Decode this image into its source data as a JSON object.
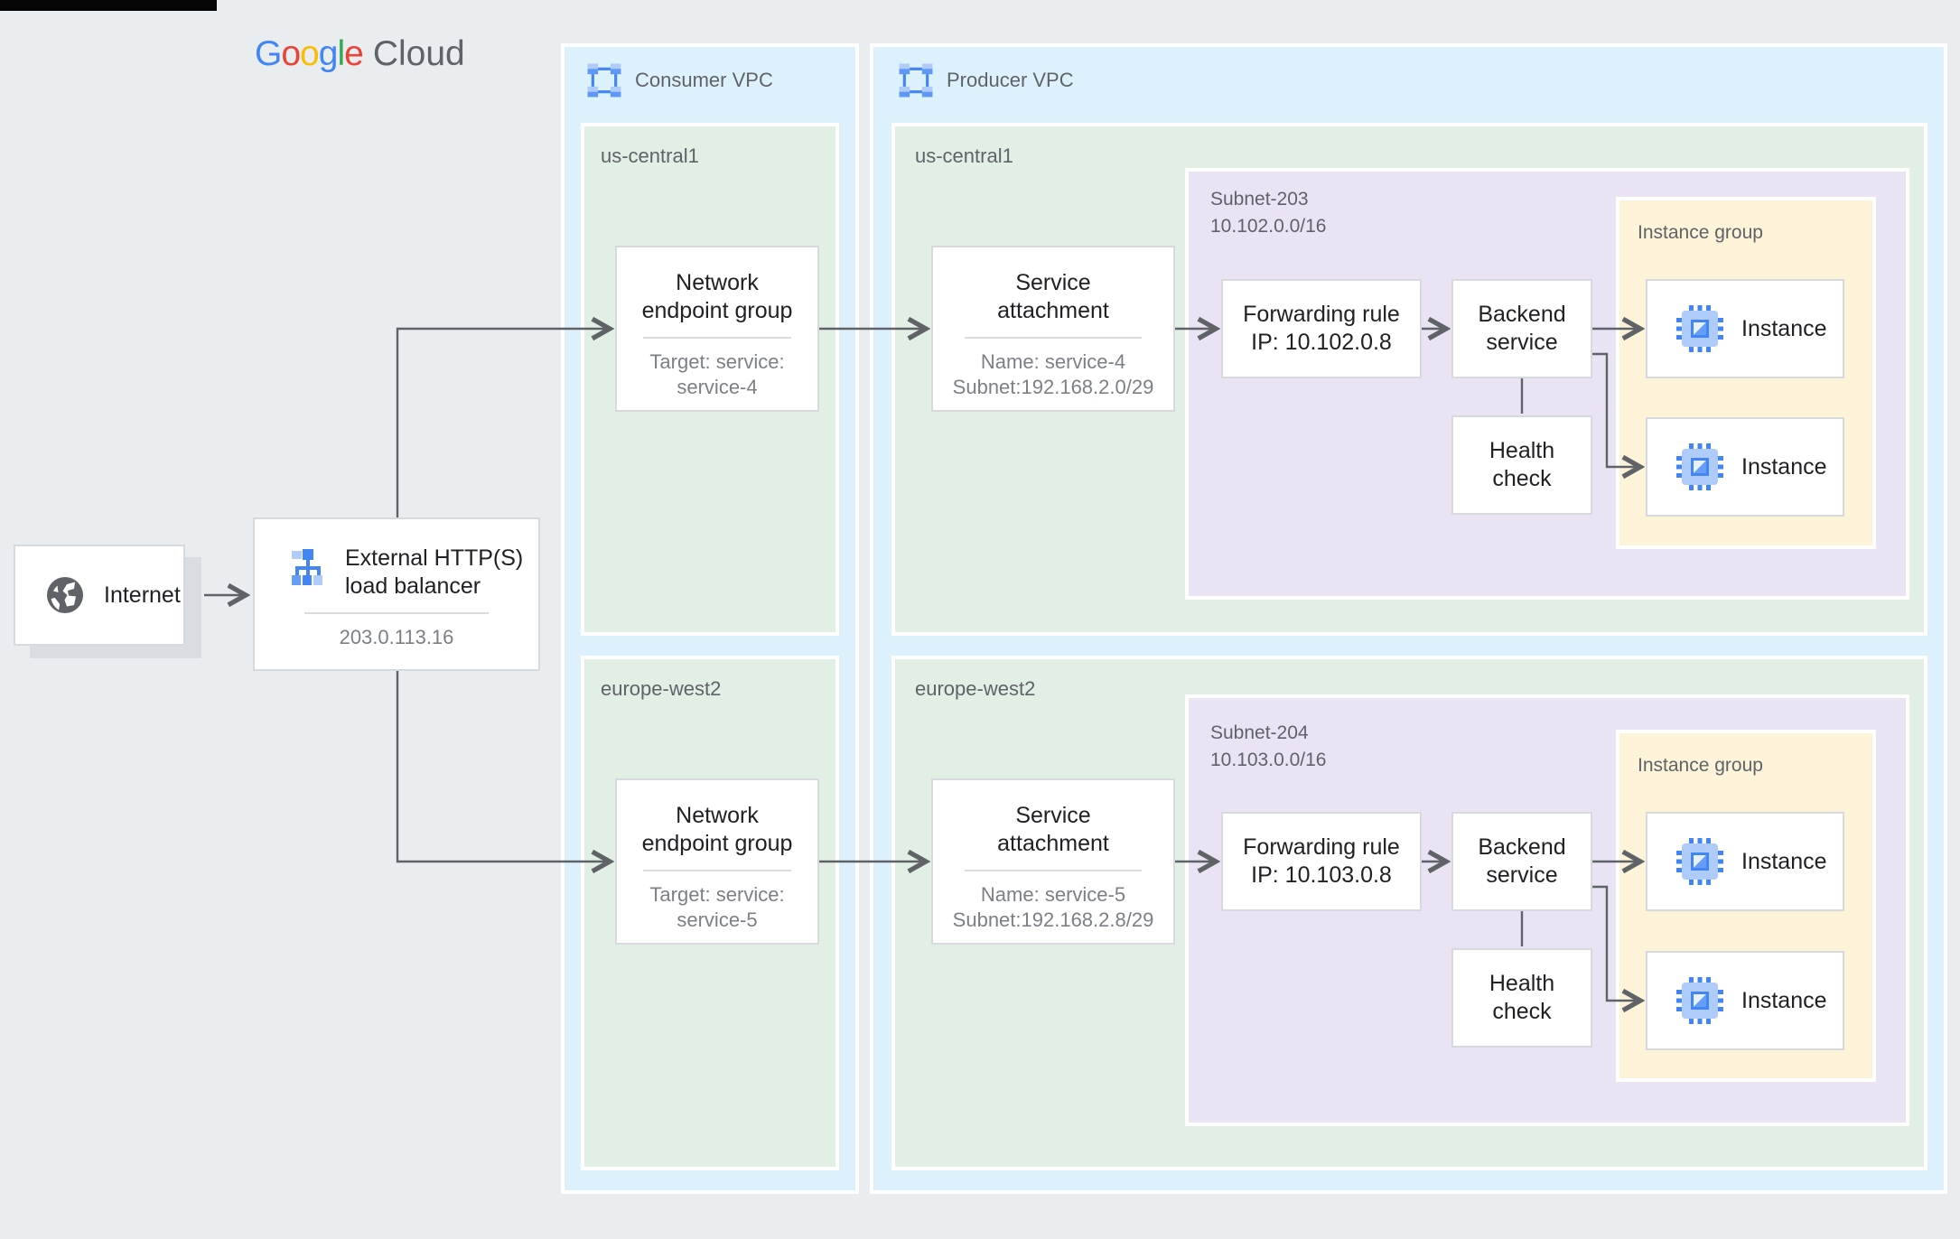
{
  "logo": {
    "l0": "G",
    "l1": "o",
    "l2": "o",
    "l3": "g",
    "l4": "l",
    "l5": "e",
    "word2": "Cloud"
  },
  "internet": {
    "label": "Internet"
  },
  "load_balancer": {
    "title_line1": "External HTTP(S)",
    "title_line2": "load balancer",
    "ip": "203.0.113.16"
  },
  "consumer_vpc": {
    "label": "Consumer VPC",
    "regions": [
      {
        "name": "us-central1",
        "neg": {
          "title": "Network endpoint group",
          "detail": "Target: service: service-4"
        }
      },
      {
        "name": "europe-west2",
        "neg": {
          "title": "Network endpoint group",
          "detail": "Target: service: service-5"
        }
      }
    ]
  },
  "producer_vpc": {
    "label": "Producer VPC",
    "regions": [
      {
        "name": "us-central1",
        "service_attachment": {
          "title": "Service attachment",
          "detail_line1": "Name: service-4",
          "detail_line2": "Subnet:192.168.2.0/29"
        },
        "subnet": {
          "name": "Subnet-203",
          "cidr": "10.102.0.0/16",
          "forwarding_rule": {
            "line1": "Forwarding rule",
            "line2": "IP: 10.102.0.8"
          },
          "backend_service": "Backend service",
          "health_check": "Health check",
          "instance_group": {
            "label": "Instance group",
            "instances": [
              "Instance",
              "Instance"
            ]
          }
        }
      },
      {
        "name": "europe-west2",
        "service_attachment": {
          "title": "Service attachment",
          "detail_line1": "Name: service-5",
          "detail_line2": "Subnet:192.168.2.8/29"
        },
        "subnet": {
          "name": "Subnet-204",
          "cidr": "10.103.0.0/16",
          "forwarding_rule": {
            "line1": "Forwarding rule",
            "line2": "IP: 10.103.0.8"
          },
          "backend_service": "Backend service",
          "health_check": "Health check",
          "instance_group": {
            "label": "Instance group",
            "instances": [
              "Instance",
              "Instance"
            ]
          }
        }
      }
    ]
  },
  "palette": {
    "page_bg": "#e9edf0",
    "vpc_fill": "#ddf1fc",
    "region_fill": "#e1efe5",
    "subnet_fill": "#eae3f3",
    "instance_group_fill": "#fcf3d8",
    "node_border": "#d6d9dd",
    "arrow": "#5f6368",
    "brand_blue": "#4285f4",
    "brand_red": "#ea4335",
    "brand_yellow": "#fbbc05",
    "brand_green": "#34a853"
  }
}
